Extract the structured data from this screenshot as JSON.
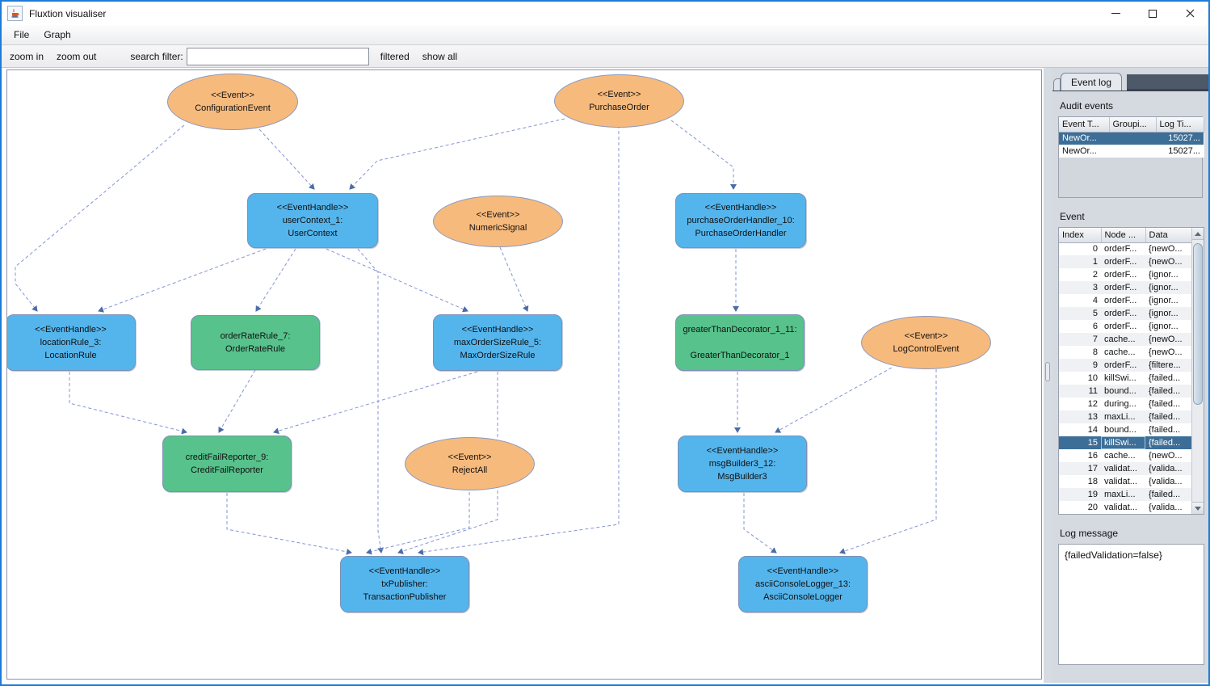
{
  "window": {
    "title": "Fluxtion visualiser"
  },
  "menu": {
    "items": {
      "file": "File",
      "graph": "Graph"
    }
  },
  "toolbar": {
    "zoom_in": "zoom in",
    "zoom_out": "zoom out",
    "search_label": "search filter:",
    "search_value": "",
    "filtered": "filtered",
    "show_all": "show all"
  },
  "colors": {
    "event_node": "#f7ba7d",
    "handler_node": "#54b5ed",
    "rule_node": "#57c28c",
    "selection": "#3d6e97",
    "edge": "#8494d4",
    "window_border": "#1c7cd6"
  },
  "graph": {
    "nodes": [
      {
        "id": "configurationEvent",
        "kind": "event",
        "lines": [
          "<<Event>>",
          "ConfigurationEvent"
        ]
      },
      {
        "id": "purchaseOrder",
        "kind": "event",
        "lines": [
          "<<Event>>",
          "PurchaseOrder"
        ]
      },
      {
        "id": "numericSignal",
        "kind": "event",
        "lines": [
          "<<Event>>",
          "NumericSignal"
        ]
      },
      {
        "id": "logControlEvent",
        "kind": "event",
        "lines": [
          "<<Event>>",
          "LogControlEvent"
        ]
      },
      {
        "id": "rejectAll",
        "kind": "event",
        "lines": [
          "<<Event>>",
          "RejectAll"
        ]
      },
      {
        "id": "userContext_1",
        "kind": "handler",
        "lines": [
          "<<EventHandle>>",
          "userContext_1:",
          "UserContext"
        ]
      },
      {
        "id": "purchaseOrderHandler_10",
        "kind": "handler",
        "lines": [
          "<<EventHandle>>",
          "purchaseOrderHandler_10:",
          "PurchaseOrderHandler"
        ]
      },
      {
        "id": "locationRule_3",
        "kind": "handler",
        "lines": [
          "<<EventHandle>>",
          "locationRule_3:",
          "LocationRule"
        ]
      },
      {
        "id": "orderRateRule_7",
        "kind": "rule",
        "lines": [
          "orderRateRule_7:",
          "OrderRateRule"
        ]
      },
      {
        "id": "maxOrderSizeRule_5",
        "kind": "handler",
        "lines": [
          "<<EventHandle>>",
          "maxOrderSizeRule_5:",
          "MaxOrderSizeRule"
        ]
      },
      {
        "id": "greaterThanDecorator_1_11",
        "kind": "rule",
        "lines": [
          "greaterThanDecorator_1_11:",
          "",
          "GreaterThanDecorator_1"
        ]
      },
      {
        "id": "creditFailReporter_9",
        "kind": "rule",
        "lines": [
          "creditFailReporter_9:",
          "CreditFailReporter"
        ]
      },
      {
        "id": "msgBuilder3_12",
        "kind": "handler",
        "lines": [
          "<<EventHandle>>",
          "msgBuilder3_12:",
          "MsgBuilder3"
        ]
      },
      {
        "id": "txPublisher",
        "kind": "handler",
        "lines": [
          "<<EventHandle>>",
          "txPublisher:",
          "TransactionPublisher"
        ]
      },
      {
        "id": "asciiConsoleLogger_13",
        "kind": "handler",
        "lines": [
          "<<EventHandle>>",
          "asciiConsoleLogger_13:",
          "AsciiConsoleLogger"
        ]
      }
    ]
  },
  "sidebar": {
    "tab": "Event log",
    "audit": {
      "title": "Audit events",
      "columns": [
        "Event T...",
        "Groupi...",
        "Log Ti..."
      ],
      "rows": [
        {
          "event_type": "NewOr...",
          "grouping": "",
          "log_time": "15027...",
          "selected": true
        },
        {
          "event_type": "NewOr...",
          "grouping": "",
          "log_time": "15027...",
          "selected": false
        }
      ]
    },
    "event": {
      "title": "Event",
      "columns": [
        "Index",
        "Node ...",
        "Data"
      ],
      "rows": [
        {
          "index": 0,
          "node": "orderF...",
          "data": "{newO..."
        },
        {
          "index": 1,
          "node": "orderF...",
          "data": "{newO..."
        },
        {
          "index": 2,
          "node": "orderF...",
          "data": "{ignor..."
        },
        {
          "index": 3,
          "node": "orderF...",
          "data": "{ignor..."
        },
        {
          "index": 4,
          "node": "orderF...",
          "data": "{ignor..."
        },
        {
          "index": 5,
          "node": "orderF...",
          "data": "{ignor..."
        },
        {
          "index": 6,
          "node": "orderF...",
          "data": "{ignor..."
        },
        {
          "index": 7,
          "node": "cache...",
          "data": "{newO..."
        },
        {
          "index": 8,
          "node": "cache...",
          "data": "{newO..."
        },
        {
          "index": 9,
          "node": "orderF...",
          "data": "{filtere..."
        },
        {
          "index": 10,
          "node": "killSwi...",
          "data": "{failed..."
        },
        {
          "index": 11,
          "node": "bound...",
          "data": "{failed..."
        },
        {
          "index": 12,
          "node": "during...",
          "data": "{failed..."
        },
        {
          "index": 13,
          "node": "maxLi...",
          "data": "{failed..."
        },
        {
          "index": 14,
          "node": "bound...",
          "data": "{failed..."
        },
        {
          "index": 15,
          "node": "killSwi...",
          "data": "{failed...",
          "selected": true
        },
        {
          "index": 16,
          "node": "cache...",
          "data": "{newO..."
        },
        {
          "index": 17,
          "node": "validat...",
          "data": "{valida..."
        },
        {
          "index": 18,
          "node": "validat...",
          "data": "{valida..."
        },
        {
          "index": 19,
          "node": "maxLi...",
          "data": "{failed..."
        },
        {
          "index": 20,
          "node": "validat...",
          "data": "{valida..."
        }
      ]
    },
    "log": {
      "title": "Log message",
      "text": "{failedValidation=false}"
    }
  }
}
